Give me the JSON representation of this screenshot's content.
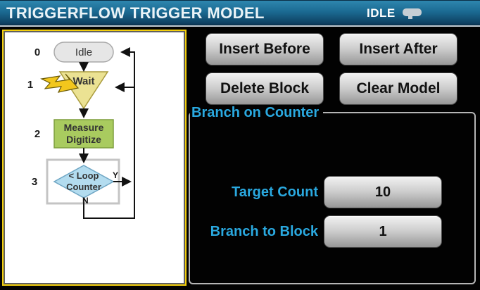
{
  "header": {
    "title": "TRIGGERFLOW TRIGGER MODEL",
    "status": "IDLE"
  },
  "toolbar": {
    "insert_before": "Insert Before",
    "insert_after": "Insert After",
    "delete_block": "Delete Block",
    "clear_model": "Clear Model"
  },
  "flowchart": {
    "blocks": [
      {
        "index": "0",
        "type": "idle",
        "label_lines": [
          "Idle"
        ]
      },
      {
        "index": "1",
        "type": "wait",
        "label_lines": [
          "Wait"
        ]
      },
      {
        "index": "2",
        "type": "measure",
        "label_lines": [
          "Measure",
          "Digitize"
        ]
      },
      {
        "index": "3",
        "type": "branch-counter",
        "label_lines": [
          "< Loop",
          "Counter"
        ],
        "selected": true
      }
    ],
    "yes_label": "Y",
    "no_label": "N"
  },
  "branch_panel": {
    "legend": "Branch on Counter",
    "fields": [
      {
        "label": "Target Count",
        "value": "10"
      },
      {
        "label": "Branch to Block",
        "value": "1"
      }
    ]
  },
  "colors": {
    "accent_cyan": "#2aa9e0",
    "selection_yellow": "#f2ce0d",
    "idle_gray": "#e6e6e6",
    "wait_yellow": "#ebe293",
    "measure_green": "#a9cb5f",
    "branch_blue": "#b3dcef",
    "header_teal": "#1b6a92"
  }
}
